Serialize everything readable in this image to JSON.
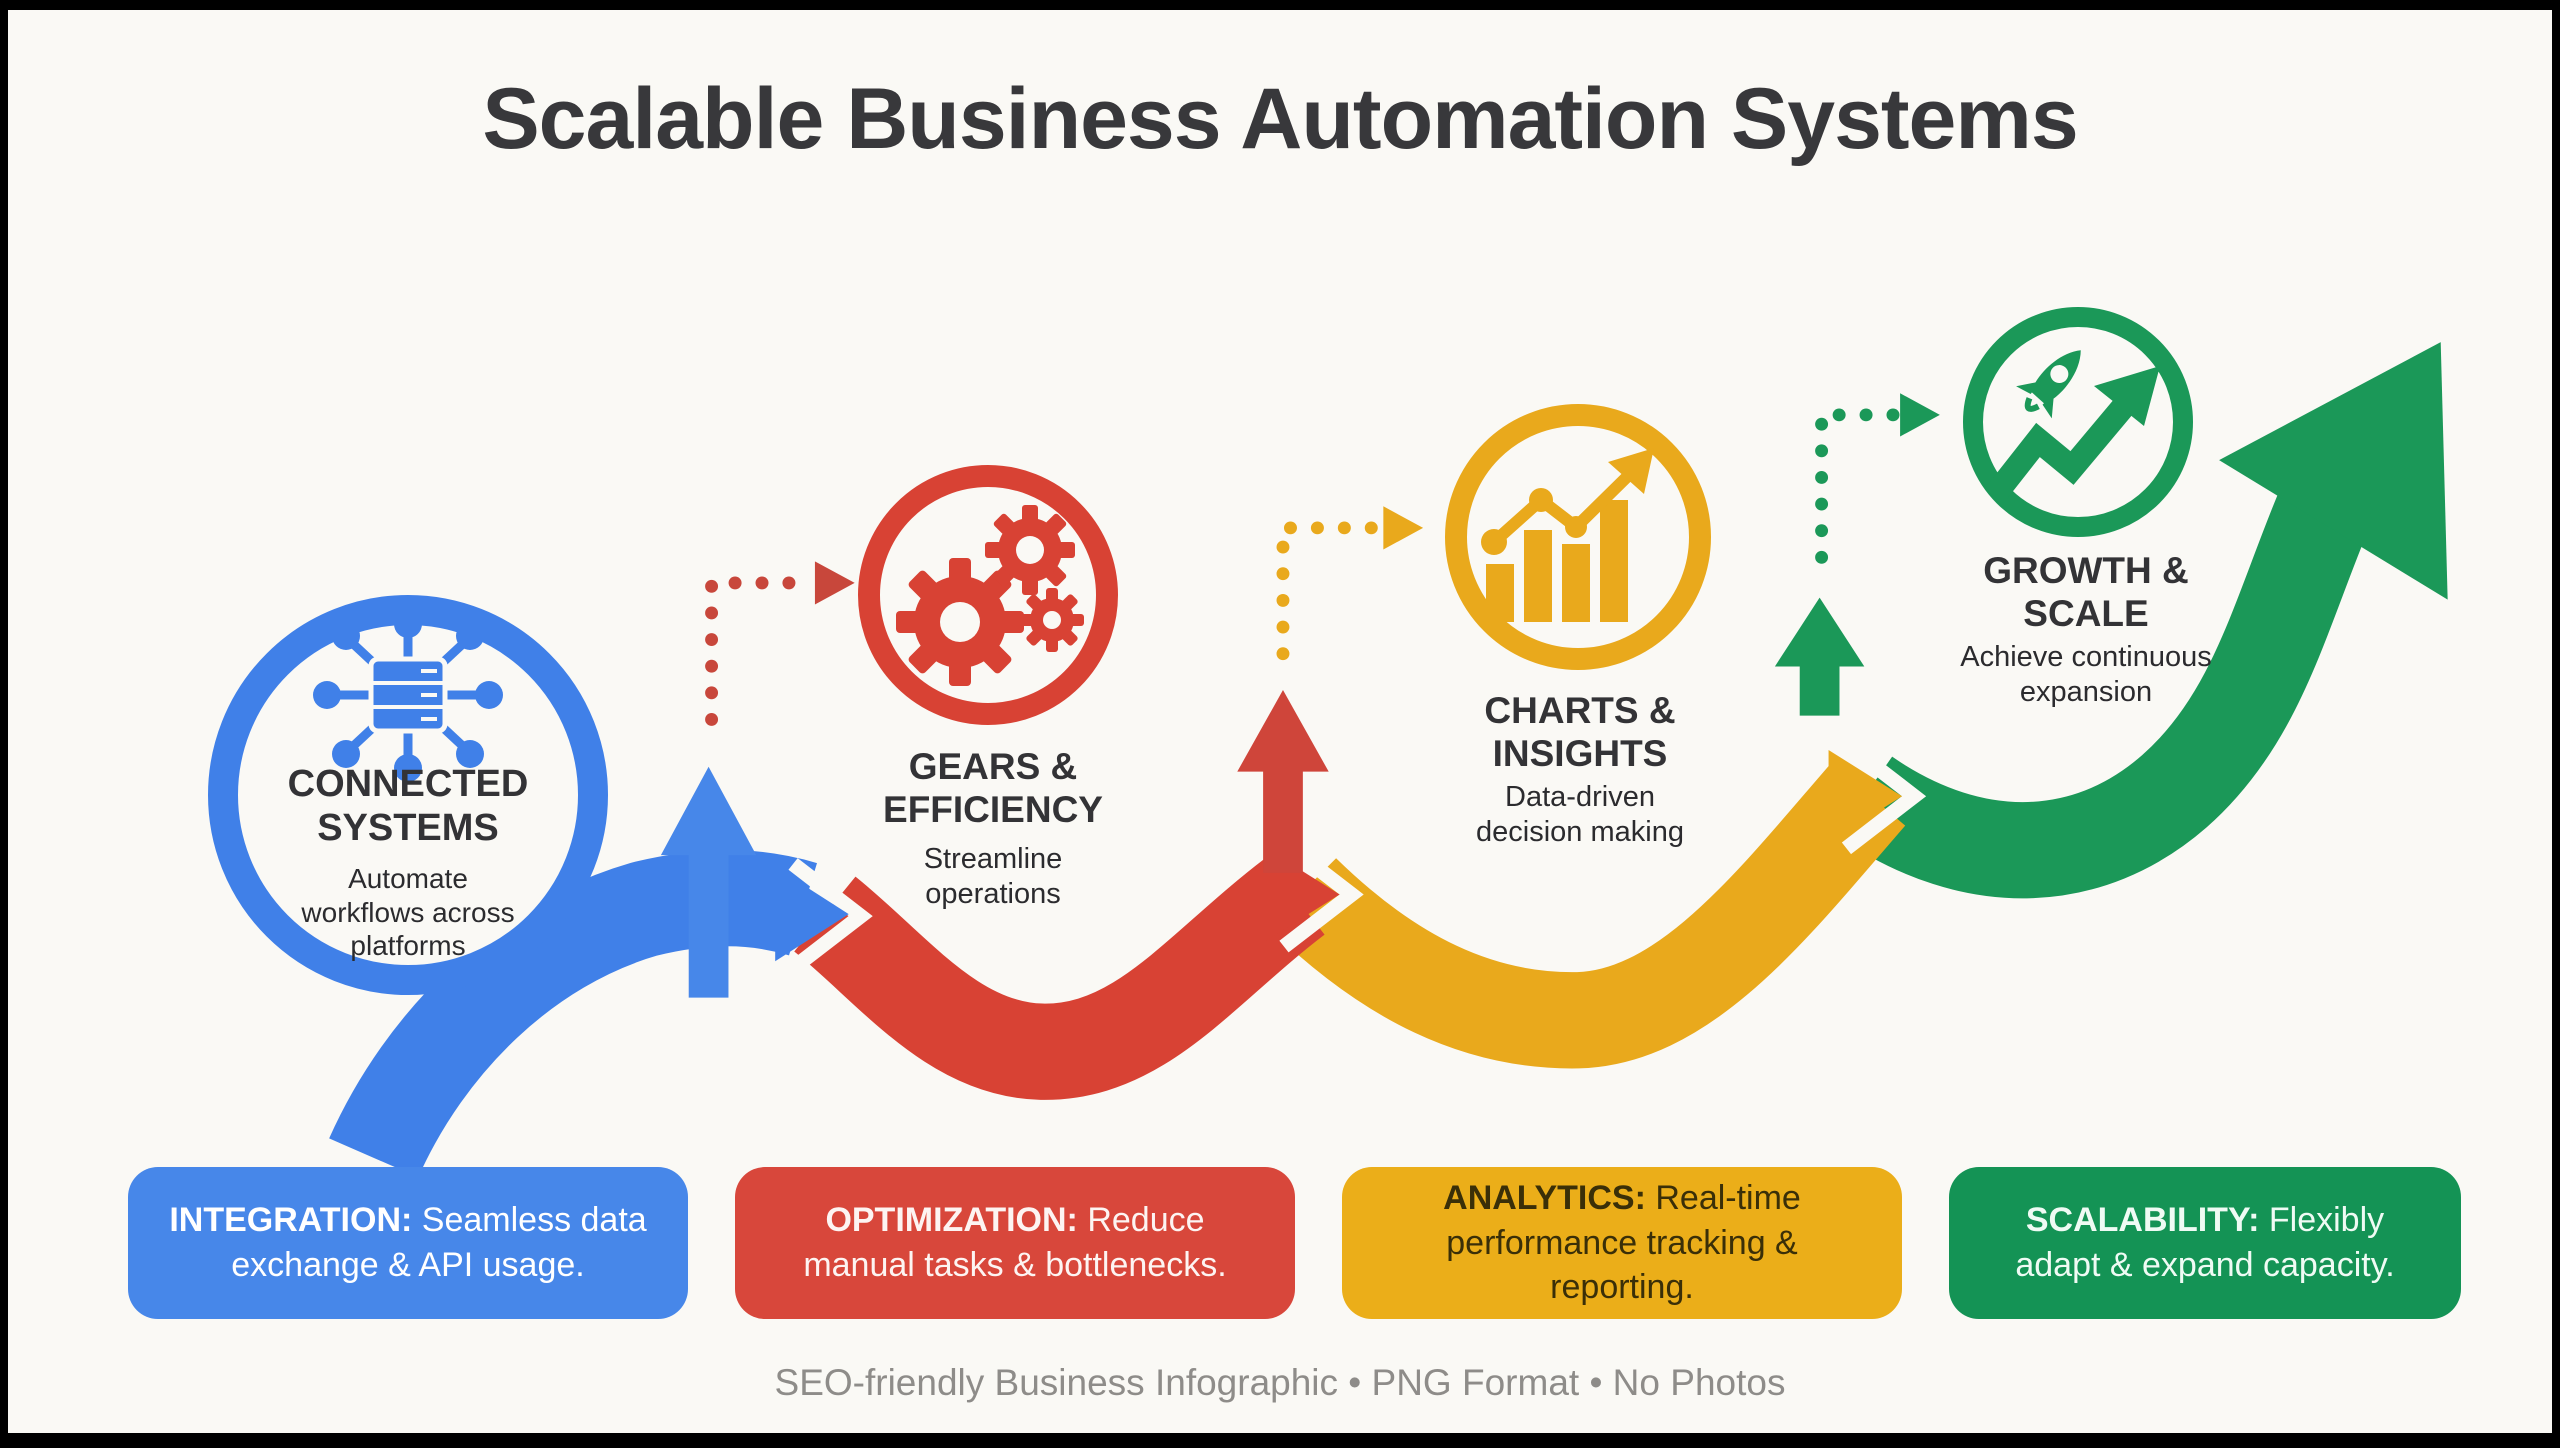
{
  "title": "Scalable Business Automation Systems",
  "footer": "SEO-friendly Business Infographic • PNG Format • No Photos",
  "colors": {
    "background": "#FAF9F5",
    "frame": "#000000",
    "blue": "#4080E8",
    "red": "#D84234",
    "yellow": "#E9A91C",
    "green": "#1B9858",
    "heading_text": "#38383B",
    "body_text": "#2B2B2E",
    "footer_text": "#8E8C89"
  },
  "stages": [
    {
      "icon": "network-hub-icon",
      "heading": "CONNECTED SYSTEMS",
      "description": "Automate workflows across platforms",
      "color": "#4080E8"
    },
    {
      "icon": "gears-icon",
      "heading": "GEARS & EFFICIENCY",
      "description": "Streamline operations",
      "color": "#D84234"
    },
    {
      "icon": "bar-chart-icon",
      "heading": "CHARTS & INSIGHTS",
      "description": "Data-driven decision making",
      "color": "#E9A91C"
    },
    {
      "icon": "rocket-icon",
      "heading": "GROWTH & SCALE",
      "description": "Achieve continuous expansion",
      "color": "#1B9858"
    }
  ],
  "pills": [
    {
      "label": "INTEGRATION:",
      "text": "Seamless data exchange & API usage.",
      "color": "#4787E9",
      "text_color": "#FFFFFF"
    },
    {
      "label": "OPTIMIZATION:",
      "text": "Reduce manual tasks & bottlenecks.",
      "color": "#D8473B",
      "text_color": "#FFFFFF"
    },
    {
      "label": "ANALYTICS:",
      "text": "Real-time performance tracking & reporting.",
      "color": "#EBAE19",
      "text_color": "#3A2F08"
    },
    {
      "label": "SCALABILITY:",
      "text": "Flexibly adapt & expand capacity.",
      "color": "#149355",
      "text_color": "#FFFFFF"
    }
  ]
}
